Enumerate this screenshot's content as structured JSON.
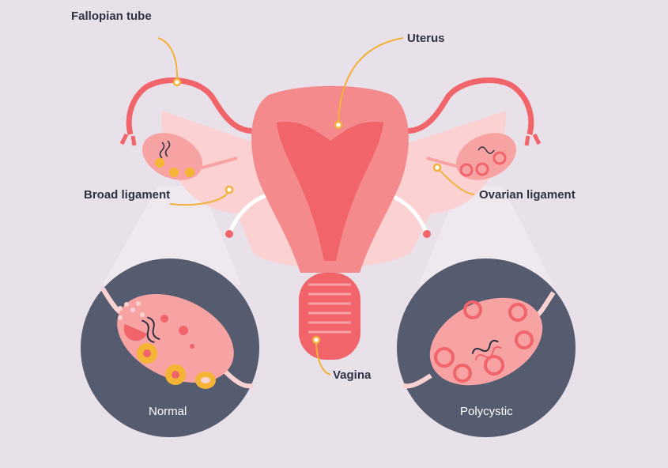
{
  "labels": {
    "fallopian_tube": "Fallopian tube",
    "uterus": "Uterus",
    "broad_ligament": "Broad ligament",
    "ovarian_ligament": "Ovarian ligament",
    "vagina": "Vagina"
  },
  "insets": {
    "normal": "Normal",
    "polycystic": "Polycystic"
  },
  "colors": {
    "background": "#e9e1ea",
    "tissue": "#f0646a",
    "tissue_light": "#f7a3a4",
    "ligament": "#fbd3d2",
    "inset_circle": "#555c70",
    "callout": "#f2b13a",
    "follicle": "#f4b534"
  }
}
